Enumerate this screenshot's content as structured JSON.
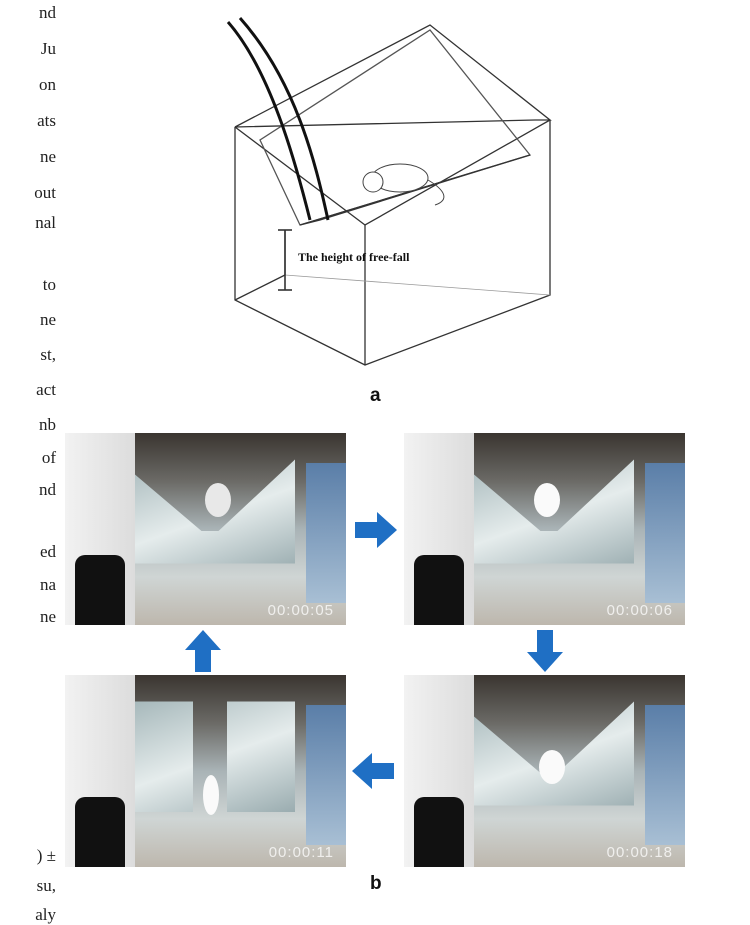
{
  "left_column_fragments": [
    "nd",
    "Ju",
    "on",
    "ats",
    "ne",
    "out",
    "nal",
    "to",
    "ne",
    "st,",
    "act",
    "nb",
    "of",
    "nd",
    "ed",
    "na",
    "ne",
    ") ±",
    "su,",
    "aly"
  ],
  "figure": {
    "panel_a": {
      "label": "a",
      "annotation": "The height of free-fall"
    },
    "panel_b": {
      "label": "b",
      "frames": [
        {
          "timestamp": "00:00:05"
        },
        {
          "timestamp": "00:00:06"
        },
        {
          "timestamp": "00:00:11"
        },
        {
          "timestamp": "00:00:18"
        }
      ],
      "arrow_color": "#1f6fc4"
    }
  }
}
